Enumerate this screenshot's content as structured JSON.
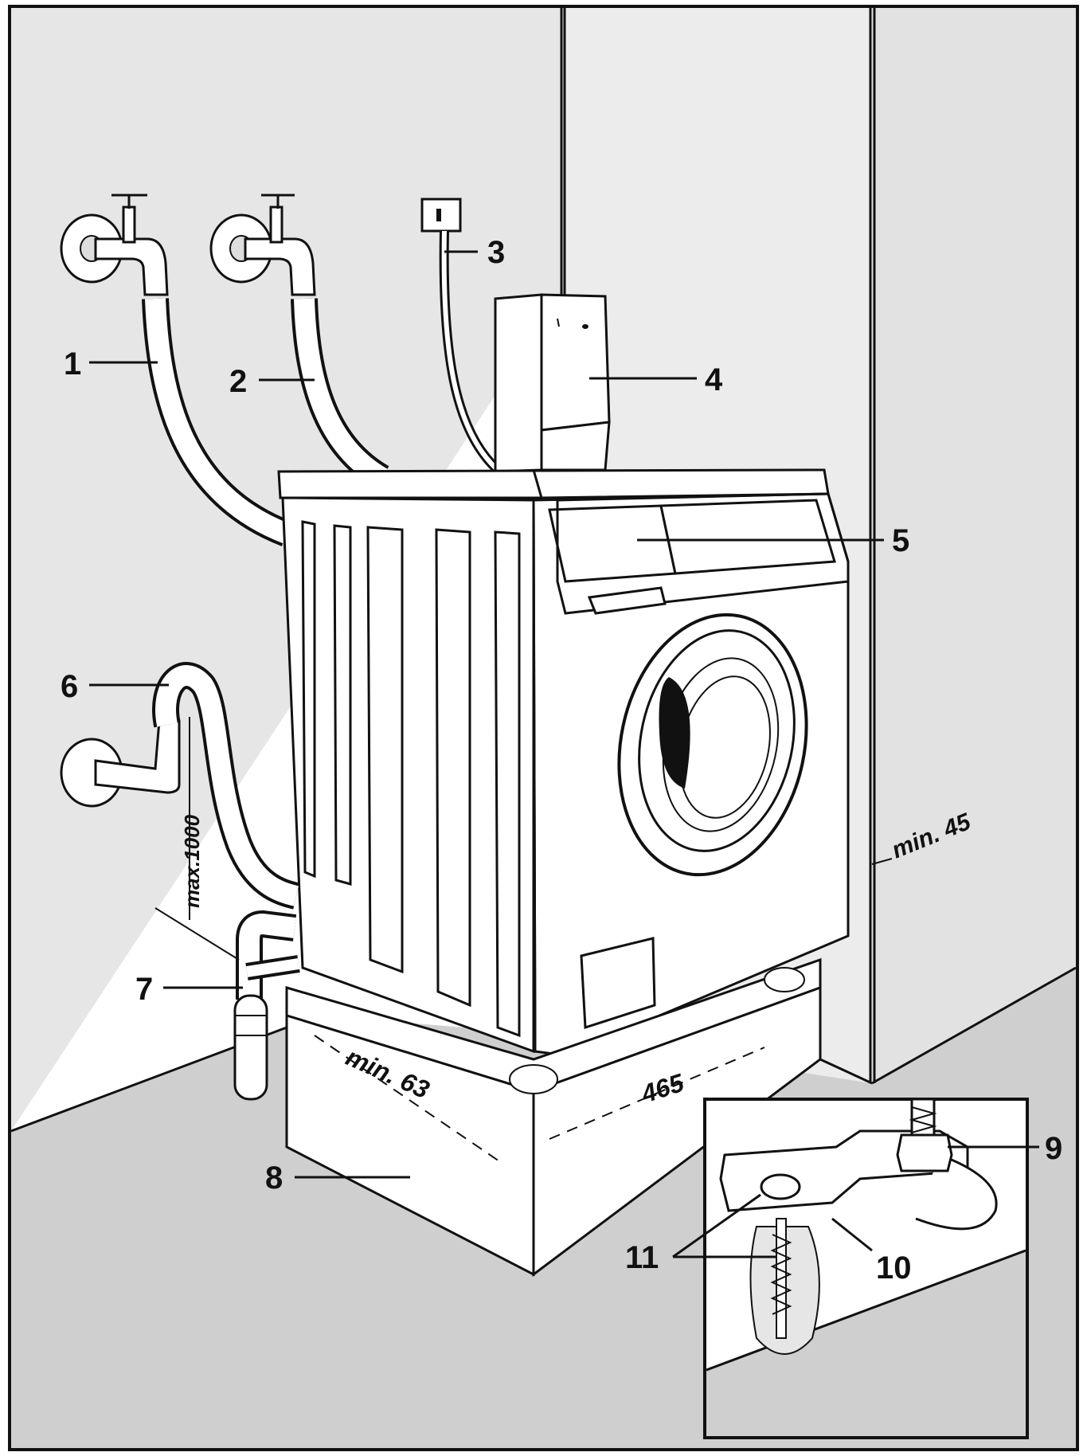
{
  "callouts": {
    "c1": "1",
    "c2": "2",
    "c3": "3",
    "c4": "4",
    "c5": "5",
    "c6": "6",
    "c7": "7",
    "c8": "8",
    "c9": "9",
    "c10": "10",
    "c11": "11"
  },
  "dimensions": {
    "max_height": "max.1000",
    "min_side": "min. 45",
    "min_depth": "min. 63",
    "width": "465"
  },
  "colors": {
    "wall": "#e6e6e6",
    "floor": "#cfcfcf",
    "appliance": "#ffffff",
    "line": "#111111"
  }
}
